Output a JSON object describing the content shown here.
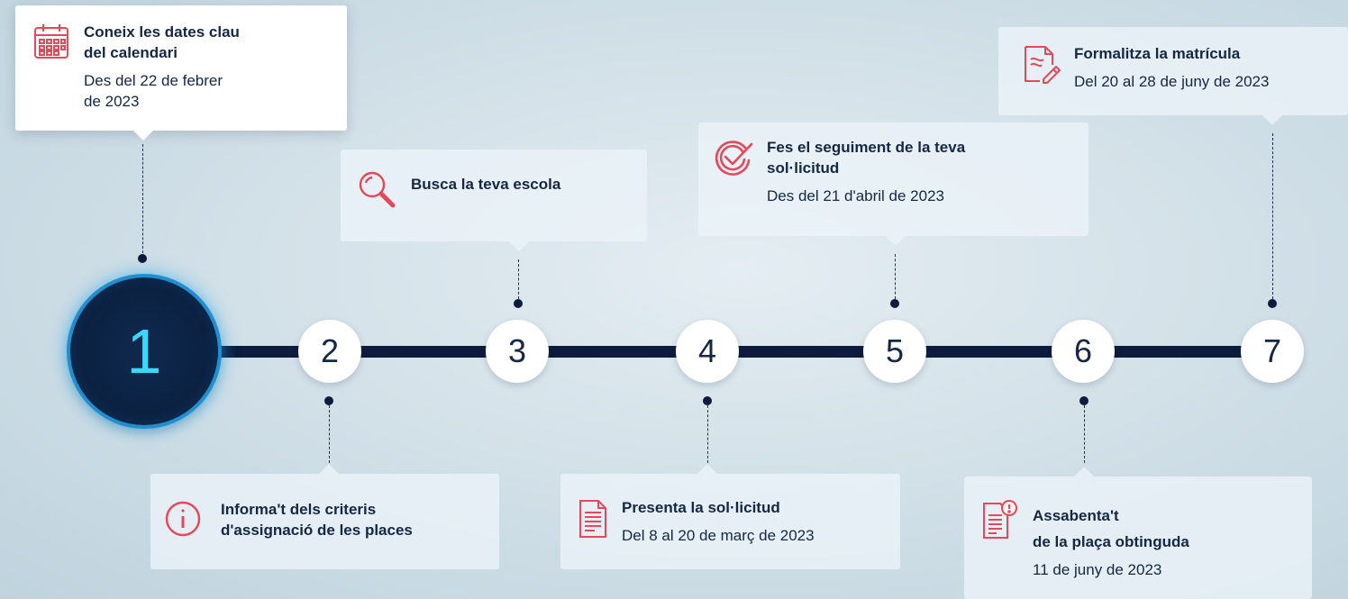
{
  "colors": {
    "accent": "#e8475a",
    "dark": "#0d1b3d",
    "active_number": "#3ad8ff"
  },
  "steps": [
    "1",
    "2",
    "3",
    "4",
    "5",
    "6",
    "7"
  ],
  "cards": {
    "calendar": {
      "icon": "calendar-icon",
      "title_line1": "Coneix les dates clau",
      "title_line2": "del calendari",
      "date_line1": "Des del 22 de febrer",
      "date_line2": "de 2023"
    },
    "criteria": {
      "icon": "info-icon",
      "title_line1": "Informa't dels criteris",
      "title_line2": "d'assignació de les places"
    },
    "search": {
      "icon": "search-icon",
      "title": "Busca la teva escola"
    },
    "submit": {
      "icon": "document-icon",
      "title": "Presenta la sol·licitud",
      "date": "Del 8 al 20 de març de 2023"
    },
    "tracking": {
      "icon": "check-badge-icon",
      "title_line1": "Fes el seguiment de la teva",
      "title_line2": "sol·licitud",
      "date": "Des del 21 d'abril de 2023"
    },
    "result": {
      "icon": "document-alert-icon",
      "title_line1": "Assabenta't",
      "title_line2": "de la plaça obtinguda",
      "date": "11 de juny de 2023"
    },
    "enrollment": {
      "icon": "enrollment-form-icon",
      "title": "Formalitza la matrícula",
      "date": "Del 20 al 28 de juny de 2023"
    }
  }
}
